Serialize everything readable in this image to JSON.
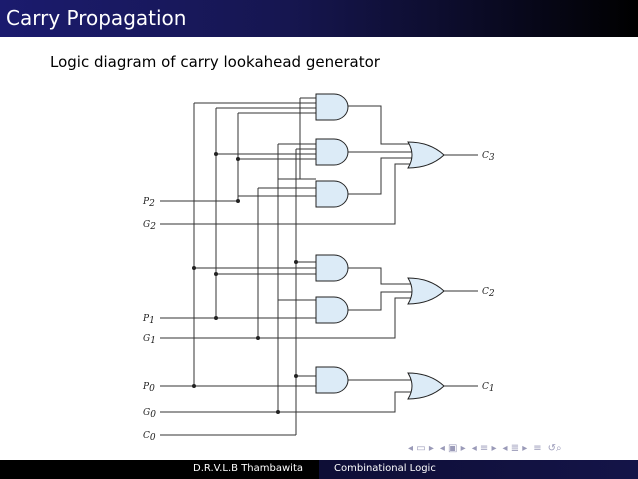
{
  "slide": {
    "title": "Carry Propagation",
    "subtitle": "Logic diagram of carry lookahead generator"
  },
  "diagram": {
    "inputs": [
      {
        "id": "P2",
        "base": "P",
        "sub": "2"
      },
      {
        "id": "G2",
        "base": "G",
        "sub": "2"
      },
      {
        "id": "P1",
        "base": "P",
        "sub": "1"
      },
      {
        "id": "G1",
        "base": "G",
        "sub": "1"
      },
      {
        "id": "P0",
        "base": "P",
        "sub": "0"
      },
      {
        "id": "G0",
        "base": "G",
        "sub": "0"
      },
      {
        "id": "C0",
        "base": "C",
        "sub": "0"
      }
    ],
    "outputs": [
      {
        "id": "C3",
        "base": "C",
        "sub": "3"
      },
      {
        "id": "C2",
        "base": "C",
        "sub": "2"
      },
      {
        "id": "C1",
        "base": "C",
        "sub": "1"
      }
    ],
    "gate_fill": "#dcebf7",
    "and_gate_count": 6,
    "or_gate_count": 3
  },
  "footer": {
    "author": "D.R.V.L.B Thambawita",
    "topic": "Combinational Logic"
  },
  "nav_icons": [
    "prev-frame-icon",
    "prev-section-icon",
    "prev-subsection-icon",
    "prev-slide-icon",
    "align-icon",
    "search-icon"
  ]
}
